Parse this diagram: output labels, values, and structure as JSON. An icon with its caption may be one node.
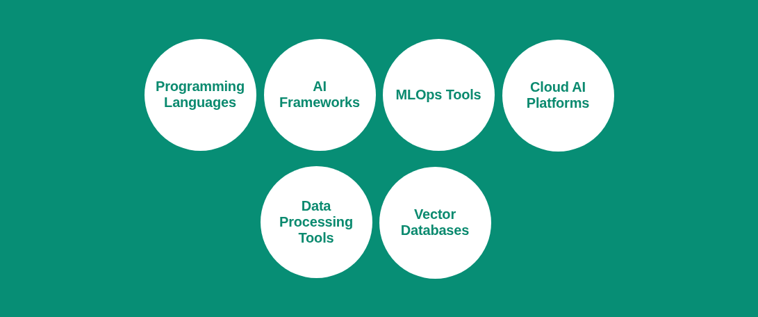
{
  "diagram": {
    "nodes": [
      {
        "text": [
          "Programming Languages"
        ]
      },
      {
        "text": [
          "AI Frameworks"
        ]
      },
      {
        "text": [
          "MLOps Tools"
        ]
      },
      {
        "text": [
          "Cloud AI Platforms"
        ]
      },
      {
        "text": [
          "Data Processing Tools"
        ]
      },
      {
        "text": [
          "Vector Databases"
        ]
      }
    ]
  }
}
